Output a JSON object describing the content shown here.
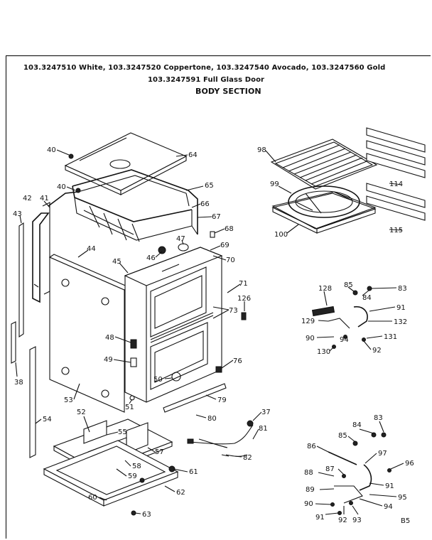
{
  "header": {
    "line1": "103.3247510  White,  103.3247520  Coppertone,  103.3247540  Avocado,  103.3247560  Gold",
    "line2": "103.3247591  Full Glass Door",
    "title": "BODY  SECTION"
  },
  "page_code": "B5",
  "callouts": [
    {
      "id": "c40a",
      "text": "40"
    },
    {
      "id": "c64",
      "text": "64"
    },
    {
      "id": "c98",
      "text": "98"
    },
    {
      "id": "c114",
      "text": "114"
    },
    {
      "id": "c99",
      "text": "99"
    },
    {
      "id": "c65",
      "text": "65"
    },
    {
      "id": "c40b",
      "text": "40"
    },
    {
      "id": "c42",
      "text": "42"
    },
    {
      "id": "c41",
      "text": "41"
    },
    {
      "id": "c66",
      "text": "66"
    },
    {
      "id": "c43",
      "text": "43"
    },
    {
      "id": "c67",
      "text": "67"
    },
    {
      "id": "c115",
      "text": "115"
    },
    {
      "id": "c100",
      "text": "100"
    },
    {
      "id": "c68",
      "text": "68"
    },
    {
      "id": "c47",
      "text": "47"
    },
    {
      "id": "c69",
      "text": "69"
    },
    {
      "id": "c44",
      "text": "44"
    },
    {
      "id": "c46",
      "text": "46"
    },
    {
      "id": "c45",
      "text": "45"
    },
    {
      "id": "c70",
      "text": "70"
    },
    {
      "id": "c71",
      "text": "71"
    },
    {
      "id": "c85a",
      "text": "85"
    },
    {
      "id": "c83a",
      "text": "83"
    },
    {
      "id": "c128",
      "text": "128"
    },
    {
      "id": "c84a",
      "text": "84"
    },
    {
      "id": "c126",
      "text": "126"
    },
    {
      "id": "c73",
      "text": "73"
    },
    {
      "id": "c91a",
      "text": "91"
    },
    {
      "id": "c129",
      "text": "129"
    },
    {
      "id": "c132",
      "text": "132"
    },
    {
      "id": "c90a",
      "text": "90"
    },
    {
      "id": "c94a",
      "text": "94"
    },
    {
      "id": "c131",
      "text": "131"
    },
    {
      "id": "c48",
      "text": "48"
    },
    {
      "id": "c130",
      "text": "130"
    },
    {
      "id": "c92a",
      "text": "92"
    },
    {
      "id": "c49",
      "text": "49"
    },
    {
      "id": "c76",
      "text": "76"
    },
    {
      "id": "c50",
      "text": "50"
    },
    {
      "id": "c38",
      "text": "38"
    },
    {
      "id": "c51",
      "text": "51"
    },
    {
      "id": "c53",
      "text": "53"
    },
    {
      "id": "c79",
      "text": "79"
    },
    {
      "id": "c37",
      "text": "37"
    },
    {
      "id": "c54",
      "text": "54"
    },
    {
      "id": "c52",
      "text": "52"
    },
    {
      "id": "c80",
      "text": "80"
    },
    {
      "id": "c83b",
      "text": "83"
    },
    {
      "id": "c84b",
      "text": "84"
    },
    {
      "id": "c81",
      "text": "81"
    },
    {
      "id": "c55",
      "text": "55"
    },
    {
      "id": "c85b",
      "text": "85"
    },
    {
      "id": "c57",
      "text": "57"
    },
    {
      "id": "c86",
      "text": "86"
    },
    {
      "id": "c97",
      "text": "97"
    },
    {
      "id": "c82",
      "text": "82"
    },
    {
      "id": "c58",
      "text": "58"
    },
    {
      "id": "c96",
      "text": "96"
    },
    {
      "id": "c61",
      "text": "61"
    },
    {
      "id": "c88",
      "text": "88"
    },
    {
      "id": "c87",
      "text": "87"
    },
    {
      "id": "c59",
      "text": "59"
    },
    {
      "id": "c91b",
      "text": "91"
    },
    {
      "id": "c89",
      "text": "89"
    },
    {
      "id": "c62",
      "text": "62"
    },
    {
      "id": "c95",
      "text": "95"
    },
    {
      "id": "c60",
      "text": "60"
    },
    {
      "id": "c90b",
      "text": "90"
    },
    {
      "id": "c94b",
      "text": "94"
    },
    {
      "id": "c63",
      "text": "63"
    },
    {
      "id": "c91c",
      "text": "91"
    },
    {
      "id": "c92b",
      "text": "92"
    },
    {
      "id": "c93",
      "text": "93"
    }
  ]
}
